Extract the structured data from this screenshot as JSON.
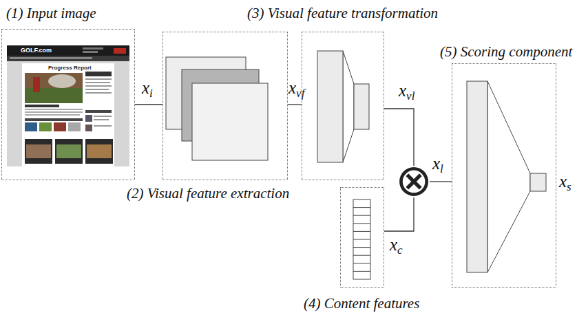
{
  "diagram": {
    "nodes": [
      {
        "text": [
          "(1) Input image"
        ]
      },
      {
        "text": [
          "(2) Visual feature extraction"
        ]
      },
      {
        "text": [
          "(3) Visual feature transformation"
        ]
      },
      {
        "text": [
          "(4) Content features"
        ]
      },
      {
        "text": [
          "⊗"
        ]
      },
      {
        "text": [
          "(5) Scoring component"
        ]
      }
    ],
    "edges": [
      {
        "from": 0,
        "to": 1,
        "arrow": "none",
        "label": "xi"
      },
      {
        "from": 1,
        "to": 2,
        "arrow": "none",
        "label": "xvf"
      },
      {
        "from": 2,
        "to": 4,
        "arrow": "none",
        "label": "xvl"
      },
      {
        "from": 3,
        "to": 4,
        "arrow": "none",
        "label": "xc"
      },
      {
        "from": 4,
        "to": 5,
        "arrow": "none",
        "label": "xl"
      }
    ],
    "labels": [
      "GOLF.com",
      "Progress Report",
      "xs"
    ]
  }
}
